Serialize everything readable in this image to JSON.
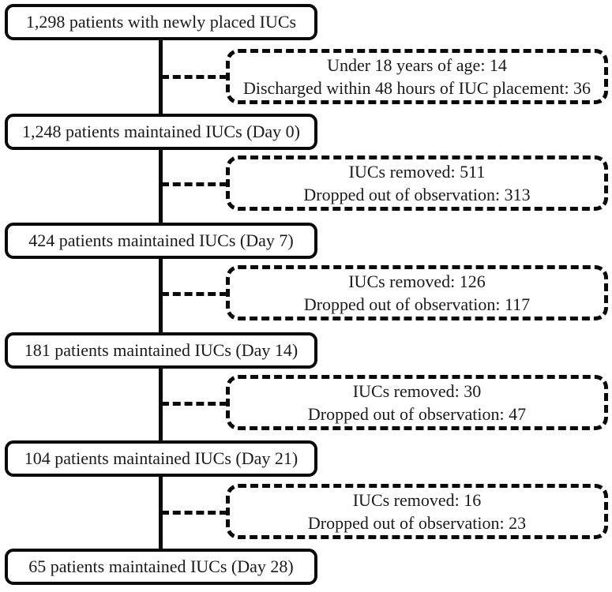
{
  "flow": {
    "main_boxes": [
      {
        "label": "1,298 patients with newly placed IUCs"
      },
      {
        "label": "1,248 patients maintained IUCs (Day 0)"
      },
      {
        "label": "424 patients maintained IUCs (Day 7)"
      },
      {
        "label": "181 patients maintained IUCs (Day 14)"
      },
      {
        "label": "104 patients maintained IUCs (Day 21)"
      },
      {
        "label": "65 patients maintained IUCs (Day 28)"
      }
    ],
    "exclusion_boxes": [
      {
        "line1": "Under 18 years of age: 14",
        "line2": "Discharged within 48 hours of IUC placement: 36"
      },
      {
        "line1": "IUCs removed: 511",
        "line2": "Dropped out of observation: 313"
      },
      {
        "line1": "IUCs removed: 126",
        "line2": "Dropped out of observation: 117"
      },
      {
        "line1": "IUCs removed: 30",
        "line2": "Dropped out of observation: 47"
      },
      {
        "line1": "IUCs removed: 16",
        "line2": "Dropped out of observation: 23"
      }
    ],
    "colors": {
      "line": "#0a0a0a",
      "text": "#1a1a1a",
      "background": "#ffffff"
    }
  }
}
